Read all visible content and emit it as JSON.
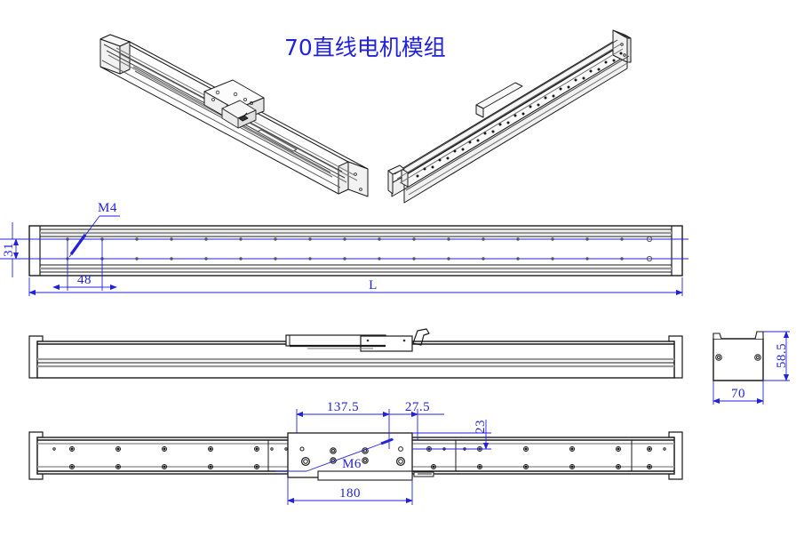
{
  "drawing": {
    "title": "70直线电机模组",
    "title_color": "#2222dd",
    "line_color": "#1a1a1a",
    "dim_color": "#2222dd",
    "shade_color": "#9a9a9a",
    "background": "#ffffff"
  },
  "views": {
    "iso_left": {
      "label": "isometric-view-front"
    },
    "iso_right": {
      "label": "isometric-view-rear"
    },
    "top": {
      "label": "top-view"
    },
    "front": {
      "label": "front-view"
    },
    "bottom": {
      "label": "bottom-view"
    },
    "end": {
      "label": "end-section-view"
    }
  },
  "dimensions": {
    "top_view": {
      "height_31": "31",
      "pitch_48": "48",
      "overall_length": "L",
      "thread_note": "M4"
    },
    "bottom_view": {
      "carriage_offset": "137.5",
      "carriage_right": "27.5",
      "rail_offset": "23",
      "carriage_length": "180",
      "thread_note": "M6"
    },
    "end_view": {
      "width": "70",
      "height": "58.5"
    }
  },
  "chart_data": {
    "type": "table",
    "title": "70直线电机模组",
    "rows": [
      {
        "label": "31",
        "view": "top-view",
        "orientation": "vertical",
        "meaning": "mounting hole row spacing"
      },
      {
        "label": "48",
        "view": "top-view",
        "orientation": "horizontal",
        "meaning": "first hole pitch from end"
      },
      {
        "label": "L",
        "view": "top-view",
        "orientation": "horizontal",
        "meaning": "overall module length (variable)"
      },
      {
        "label": "M4",
        "view": "top-view",
        "orientation": "leader",
        "meaning": "M4 tapped hole"
      },
      {
        "label": "137.5",
        "view": "bottom-view",
        "orientation": "horizontal",
        "meaning": "carriage left segment"
      },
      {
        "label": "27.5",
        "view": "bottom-view",
        "orientation": "horizontal",
        "meaning": "carriage right segment"
      },
      {
        "label": "23",
        "view": "bottom-view",
        "orientation": "vertical",
        "meaning": "rail hole offset"
      },
      {
        "label": "180",
        "view": "bottom-view",
        "orientation": "horizontal",
        "meaning": "carriage plate length"
      },
      {
        "label": "M6",
        "view": "bottom-view",
        "orientation": "leader",
        "meaning": "M6 tapped hole"
      },
      {
        "label": "70",
        "view": "end-view",
        "orientation": "horizontal",
        "meaning": "profile width"
      },
      {
        "label": "58.5",
        "view": "end-view",
        "orientation": "vertical",
        "meaning": "profile height"
      }
    ]
  }
}
